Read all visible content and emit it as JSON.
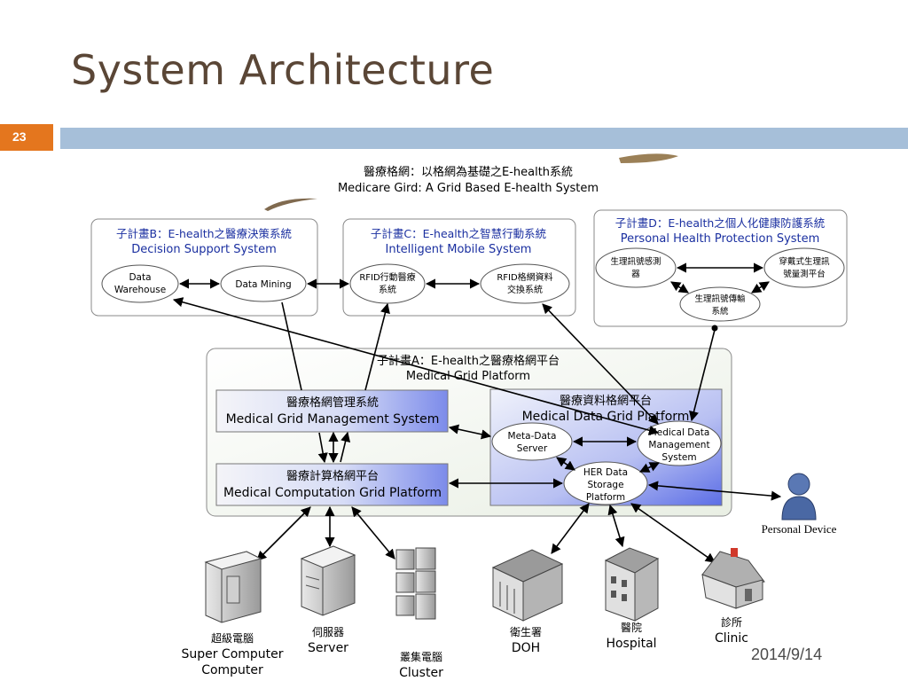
{
  "slide": {
    "title": "System Architecture",
    "number": "23",
    "date": "2014/9/14"
  },
  "diagram": {
    "main_title_zh": "醫療格網：以格網為基礎之E-health系統",
    "main_title_en": "Medicare Gird: A Grid Based E-health System",
    "sub_b": {
      "title_zh": "子計畫B：E-health之醫療決策系統",
      "title_en": "Decision Support System",
      "nodes": [
        "Data Warehouse",
        "Data Mining"
      ]
    },
    "sub_c": {
      "title_zh": "子計畫C：E-health之智慧行動系統",
      "title_en": "Intelligent Mobile System",
      "nodes": [
        "RFID行動醫療系統",
        "RFID格網資料交換系統"
      ]
    },
    "sub_d": {
      "title_zh": "子計畫D：E-health之個人化健康防護系統",
      "title_en": "Personal Health Protection System",
      "nodes": [
        "生理訊號感測器",
        "穿戴式生理訊號量測平台",
        "生理訊號傳輸系統"
      ]
    },
    "sub_a": {
      "title_zh": "子計畫A：E-health之醫療格網平台",
      "title_en": "Medical Grid Platform"
    },
    "management": {
      "zh": "醫療格網管理系統",
      "en": "Medical Grid Management System"
    },
    "computation": {
      "zh": "醫療計算格網平台",
      "en": "Medical Computation Grid Platform"
    },
    "data_grid": {
      "zh": "醫療資料格網平台",
      "en": "Medical Data Grid Platform",
      "nodes": [
        "Meta-Data Server",
        "Medical Data Management System",
        "HER Data Storage Platform"
      ]
    },
    "devices": [
      {
        "zh": "超級電腦",
        "en": "Super Computer",
        "icon": "super-computer-icon"
      },
      {
        "zh": "伺服器",
        "en": "Server",
        "icon": "server-icon"
      },
      {
        "zh": "叢集電腦",
        "en": "Cluster",
        "icon": "cluster-icon"
      },
      {
        "zh": "衛生署",
        "en": "DOH",
        "icon": "government-building-icon"
      },
      {
        "zh": "醫院",
        "en": "Hospital",
        "icon": "hospital-icon"
      },
      {
        "zh": "診所",
        "en": "Clinic",
        "icon": "clinic-icon"
      }
    ],
    "personal_device": "Personal Device"
  },
  "colors": {
    "accent": "#e4761e",
    "bar": "#a6bfd9",
    "blue_text": "#1a2fa0",
    "title": "#5a4636"
  }
}
